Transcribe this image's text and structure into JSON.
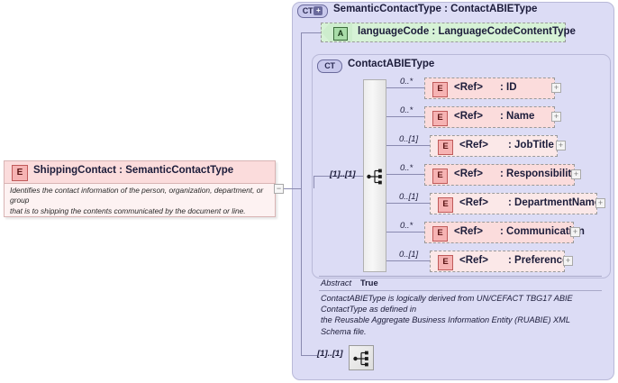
{
  "diagram": {
    "type": "xsd-schema-diagram",
    "outer_type": {
      "badge": "CT",
      "badge_plus": "+",
      "label": "SemanticContactType : ContactABIEType"
    },
    "attribute": {
      "badge": "A",
      "label": "languageCode : LanguageCodeContentType"
    },
    "inner_type": {
      "badge": "CT",
      "label": "ContactABIEType"
    },
    "compositor": {
      "icon": "sequence-icon",
      "occurrence": "[1]..[1]"
    },
    "bottom_compositor": {
      "icon": "sequence-icon",
      "occurrence": "[1]..[1]"
    },
    "elements": [
      {
        "badge": "E",
        "ref": "<Ref>",
        "name": ": ID",
        "occurrence": "0..*",
        "optional": false
      },
      {
        "badge": "E",
        "ref": "<Ref>",
        "name": ": Name",
        "occurrence": "0..*",
        "optional": false
      },
      {
        "badge": "E",
        "ref": "<Ref>",
        "name": ": JobTitle",
        "occurrence": "0..[1]",
        "optional": true
      },
      {
        "badge": "E",
        "ref": "<Ref>",
        "name": ": Responsibility",
        "occurrence": "0..*",
        "optional": false
      },
      {
        "badge": "E",
        "ref": "<Ref>",
        "name": ": DepartmentName",
        "occurrence": "0..[1]",
        "optional": true
      },
      {
        "badge": "E",
        "ref": "<Ref>",
        "name": ": Communication",
        "occurrence": "0..*",
        "optional": false
      },
      {
        "badge": "E",
        "ref": "<Ref>",
        "name": ": Preference",
        "occurrence": "0..[1]",
        "optional": true
      }
    ],
    "expand_icon": "+",
    "collapse_icon": "−",
    "abstract": {
      "key": "Abstract",
      "value": "True"
    },
    "annotation": "ContactABIEType is logically derived from UN/CEFACT TBG17 ABIE\nContactType as defined in\nthe Reusable Aggregate Business Information Entity (RUABIE) XML\nSchema file.",
    "source_element": {
      "badge": "E",
      "title": "ShippingContact : SemanticContactType",
      "documentation": "Identifies the contact information of the person, organization, department, or group\nthat is to shipping the contents communicated by the document or line."
    },
    "colors": {
      "panel_bg": "#dcdcf5",
      "panel_border": "#b9b9d8",
      "element_bg": "#fbdcdc",
      "element_optional_bg": "#fbe8e8",
      "attribute_bg": "#d6f2d6",
      "line": "#8a8ab0"
    }
  }
}
